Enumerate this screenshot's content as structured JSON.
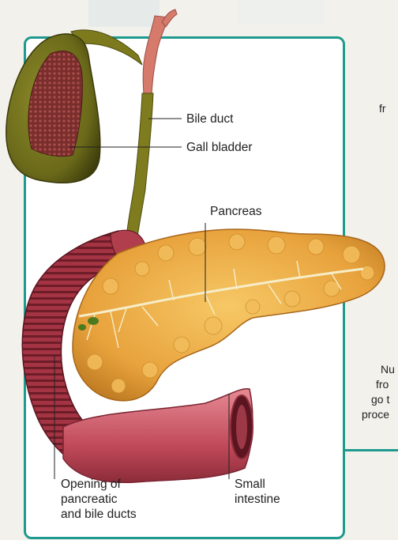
{
  "labels": {
    "bile_duct": "Bile duct",
    "gall_bladder": "Gall bladder",
    "pancreas": "Pancreas",
    "opening_line1": "Opening of",
    "opening_line2": "pancreatic",
    "opening_line3": "and bile ducts",
    "small_intestine_line1": "Small",
    "small_intestine_line2": "intestine"
  },
  "cropped_text": {
    "right_top": "fr",
    "right_mid_1": "Nu",
    "right_mid_2": "fro",
    "right_mid_3": "go t",
    "right_mid_4": "proce"
  },
  "colors": {
    "panel_border": "#1f9a8e",
    "gall_bladder": "#6b6a1a",
    "pancreas": "#e8a23c",
    "intestine": "#c24a5a"
  }
}
